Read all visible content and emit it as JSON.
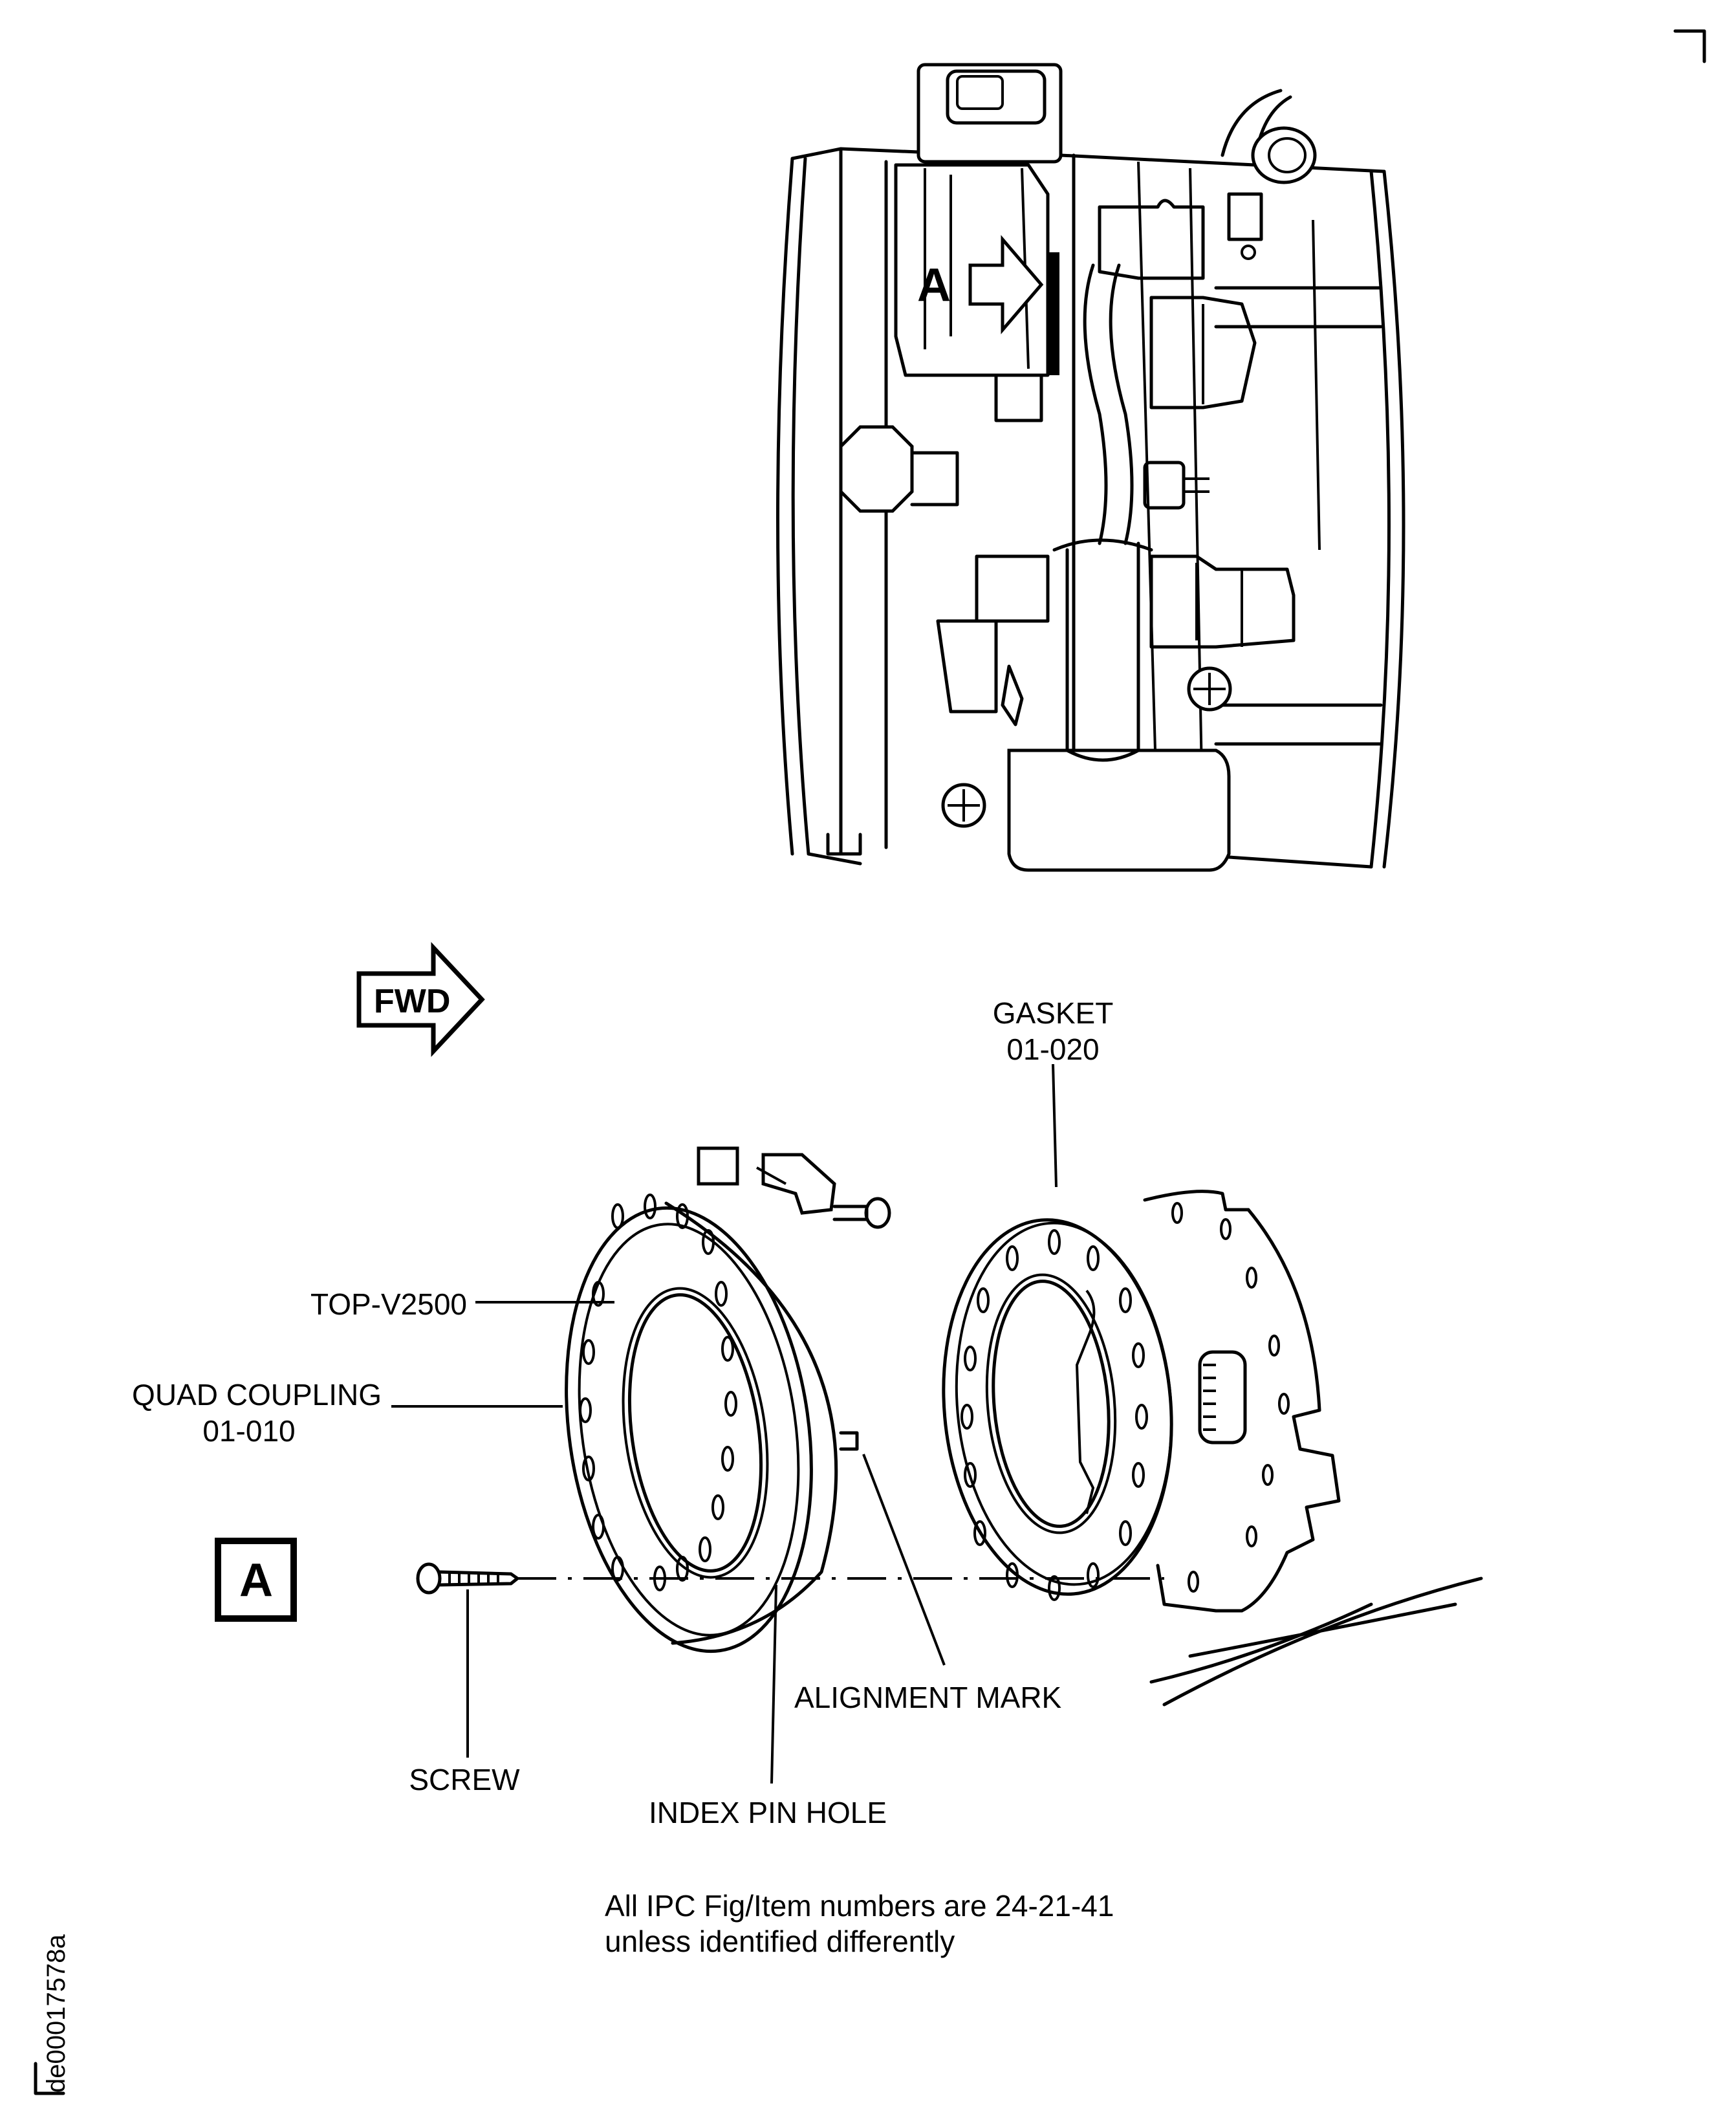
{
  "figure": {
    "identifier": "de00017578a",
    "view_callout": "A",
    "direction_arrow": "FWD",
    "note": {
      "line1": "All IPC Fig/Item numbers are 24-21-41",
      "line2": "unless identified differently"
    }
  },
  "labels": {
    "gasket": {
      "name": "GASKET",
      "item": "01-020"
    },
    "tool": {
      "name": "TOP-V2500"
    },
    "quad_coupling": {
      "name": "QUAD COUPLING",
      "item": "01-010"
    },
    "alignment_mark": {
      "name": "ALIGNMENT MARK"
    },
    "screw": {
      "name": "SCREW"
    },
    "index_pin_hole": {
      "name": "INDEX PIN HOLE"
    }
  },
  "colors": {
    "ink": "#000000",
    "paper": "#ffffff"
  }
}
